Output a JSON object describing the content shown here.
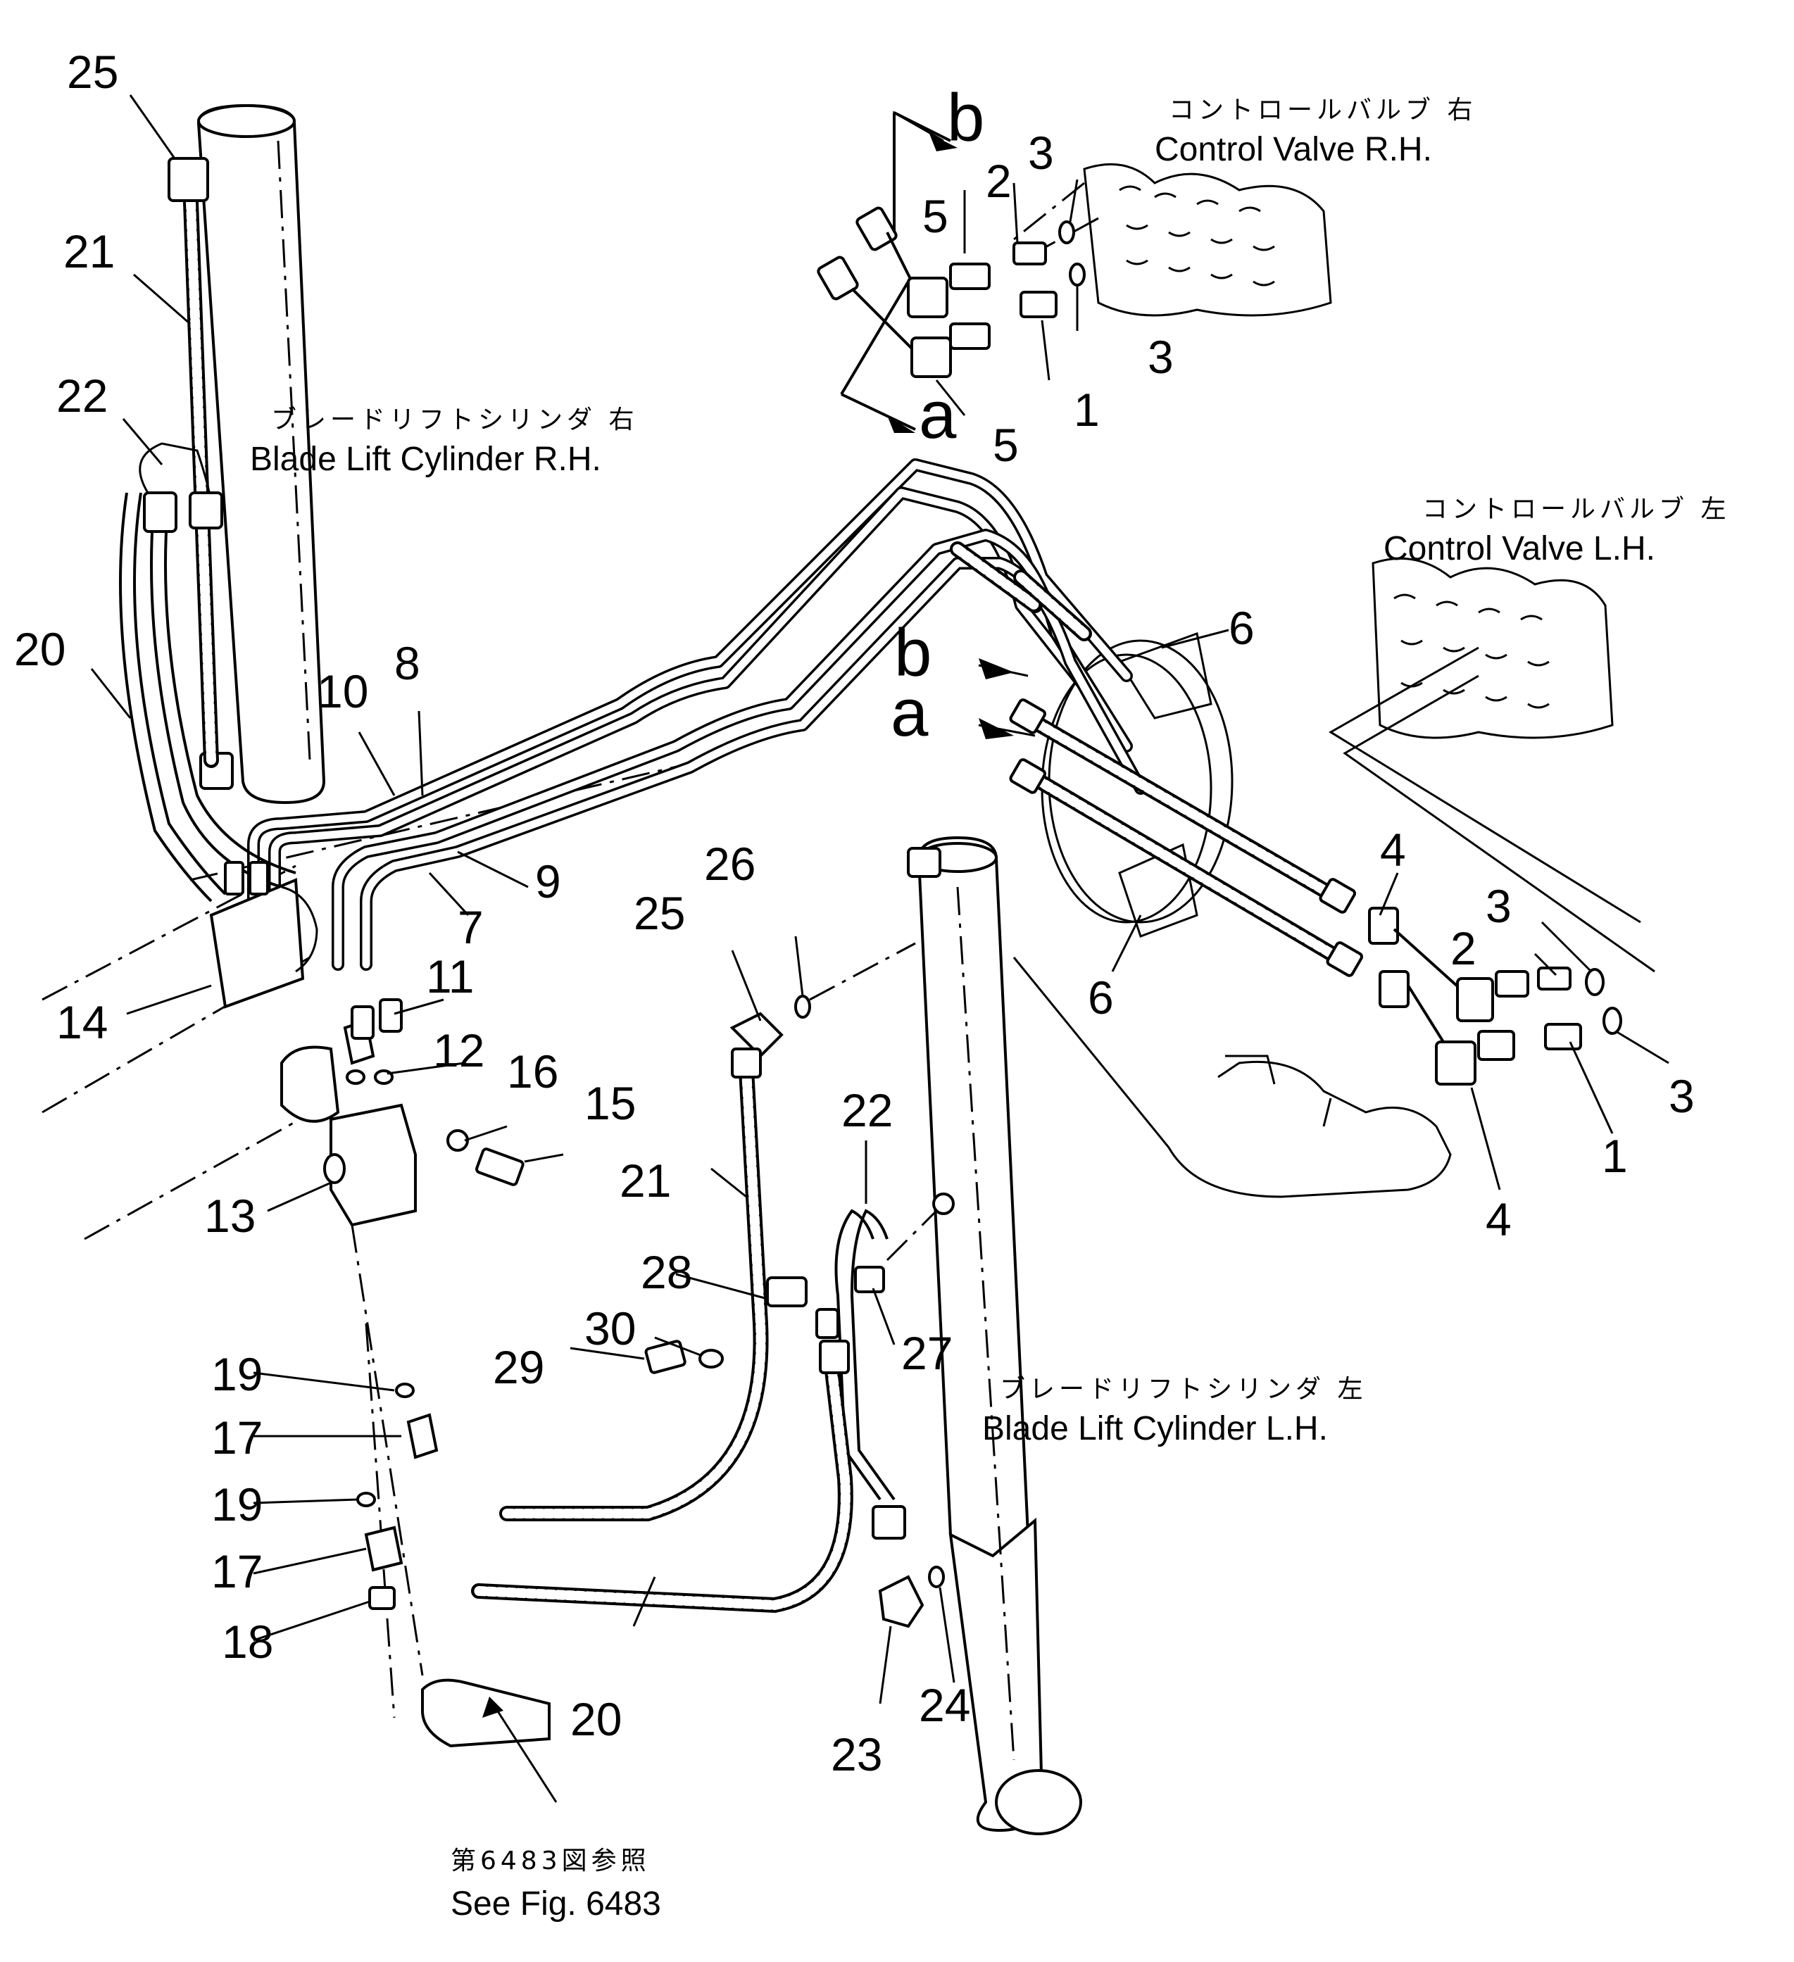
{
  "labels": {
    "control_valve_rh_jp": "コントロールバルブ 右",
    "control_valve_rh_en": "Control Valve R.H.",
    "control_valve_lh_jp": "コントロールバルブ 左",
    "control_valve_lh_en": "Control Valve L.H.",
    "blade_lift_rh_jp": "ブレードリフトシリンダ 右",
    "blade_lift_rh_en": "Blade Lift Cylinder R.H.",
    "blade_lift_lh_jp": "ブレードリフトシリンダ 左",
    "blade_lift_lh_en": "Blade Lift Cylinder L.H.",
    "see_fig_jp": "第6483図参照",
    "see_fig_en": "See Fig. 6483"
  },
  "view_markers": {
    "a": "a",
    "b": "b"
  },
  "callouts": {
    "c1": "1",
    "c2": "2",
    "c3": "3",
    "c4": "4",
    "c5": "5",
    "c6": "6",
    "c7": "7",
    "c8": "8",
    "c9": "9",
    "c10": "10",
    "c11": "11",
    "c12": "12",
    "c13": "13",
    "c14": "14",
    "c15": "15",
    "c16": "16",
    "c17": "17",
    "c18": "18",
    "c19": "19",
    "c20": "20",
    "c21": "21",
    "c22": "22",
    "c23": "23",
    "c24": "24",
    "c25": "25",
    "c26": "26",
    "c27": "27",
    "c28": "28",
    "c29": "29",
    "c30": "30"
  }
}
